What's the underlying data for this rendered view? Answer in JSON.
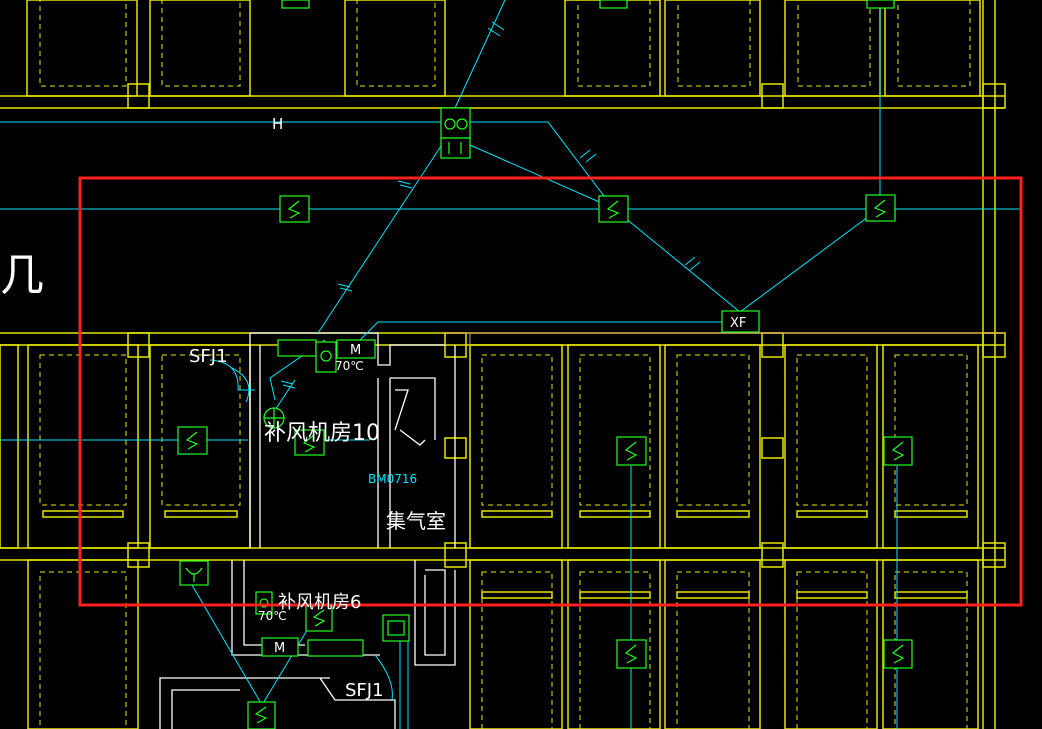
{
  "labels": {
    "sfj_top": "SFJ1",
    "room10": "补风机房10",
    "temp_top": "70℃",
    "motor": "M",
    "xf": "XF",
    "bm": "BM0716",
    "gas_room": "集气室",
    "room6": "补风机房6",
    "temp_bottom": "70℃",
    "motor_bottom": "M",
    "sfj_bottom": "SFJ1",
    "duct_h": "H",
    "edge_char": "几"
  },
  "colors": {
    "background": "#000000",
    "duct": "#00e5ff",
    "column": "#e6e600",
    "wall": "#ffffff",
    "equipment": "#22ff22",
    "highlight": "#ff2020"
  }
}
